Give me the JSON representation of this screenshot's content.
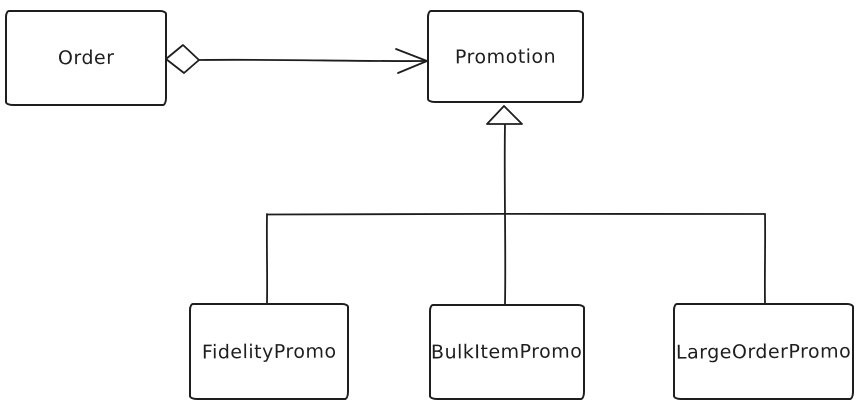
{
  "diagram": {
    "background_color": "#ffffff",
    "stroke_color": "#1e1e1e",
    "style": "hand-drawn",
    "nodes": [
      {
        "id": "order",
        "label": "Order"
      },
      {
        "id": "promotion",
        "label": "Promotion"
      },
      {
        "id": "fidelity",
        "label": "FidelityPromo"
      },
      {
        "id": "bulkitem",
        "label": "BulkItemPromo"
      },
      {
        "id": "largeorder",
        "label": "LargeOrderPromo"
      }
    ],
    "edges": [
      {
        "from": "Order",
        "to": "Promotion",
        "type": "aggregation",
        "markers": [
          "hollow-diamond",
          "open-arrowhead"
        ]
      },
      {
        "from": "FidelityPromo",
        "to": "Promotion",
        "type": "inheritance",
        "markers": [
          "hollow-triangle"
        ]
      },
      {
        "from": "BulkItemPromo",
        "to": "Promotion",
        "type": "inheritance",
        "markers": [
          "hollow-triangle"
        ]
      },
      {
        "from": "LargeOrderPromo",
        "to": "Promotion",
        "type": "inheritance",
        "markers": [
          "hollow-triangle"
        ]
      }
    ]
  }
}
